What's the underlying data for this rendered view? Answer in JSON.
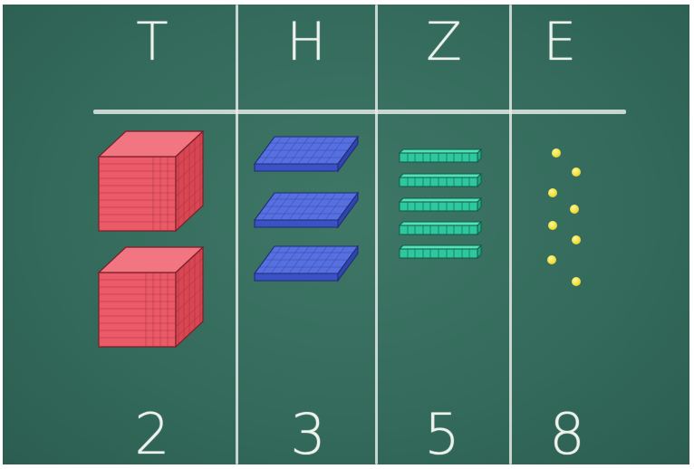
{
  "columns": [
    {
      "header": "T",
      "digit": "2",
      "piece": "cube",
      "count": 2,
      "color": "#ec5a67"
    },
    {
      "header": "H",
      "digit": "3",
      "piece": "plate",
      "count": 3,
      "color": "#4b63d6"
    },
    {
      "header": "Z",
      "digit": "5",
      "piece": "rod",
      "count": 5,
      "color": "#2fc79e"
    },
    {
      "header": "E",
      "digit": "8",
      "piece": "unit",
      "count": 8,
      "color": "#f1e03b"
    }
  ],
  "board_color": "#336a5b",
  "chalk_color": "#e9eee9"
}
